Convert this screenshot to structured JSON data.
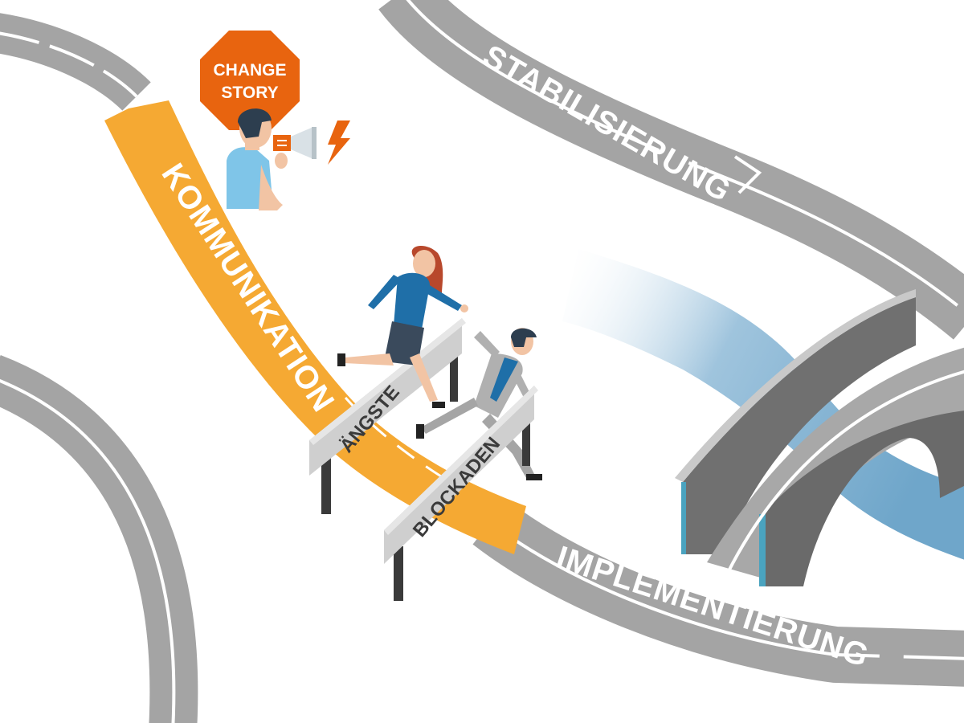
{
  "labels": {
    "stabilisierung": "STABILISIERUNG",
    "implementierung": "IMPLEMENTIERUNG",
    "kommunikation": "KOMMUNIKATION",
    "aengste": "ÄNGSTE",
    "blockaden": "BLOCKADEN"
  },
  "sign": {
    "line1": "CHANGE",
    "line2": "STORY"
  },
  "colors": {
    "road": "#a4a4a4",
    "road_text": "#ffffff",
    "orange_path": "#f5a933",
    "sign": "#e8640f",
    "river": "#7aaecf",
    "bridge_top": "#a8a8a8",
    "bridge_side": "#6e6e6e"
  }
}
